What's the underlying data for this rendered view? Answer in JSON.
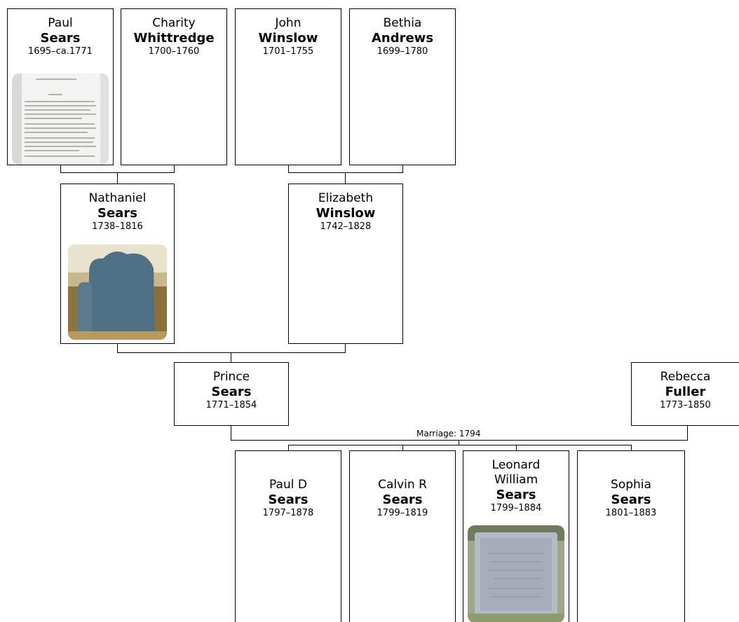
{
  "people": {
    "paul": {
      "first": "Paul",
      "last": "Sears",
      "dates": "1695–ca.1771",
      "photo": "document-scan"
    },
    "charity": {
      "first": "Charity",
      "last": "Whittredge",
      "dates": "1700–1760"
    },
    "john": {
      "first": "John",
      "last": "Winslow",
      "dates": "1701–1755"
    },
    "bethia": {
      "first": "Bethia",
      "last": "Andrews",
      "dates": "1699–1780"
    },
    "nathaniel": {
      "first": "Nathaniel",
      "last": "Sears",
      "dates": "1738–1816",
      "photo": "gravestone"
    },
    "elizabeth": {
      "first": "Elizabeth",
      "last": "Winslow",
      "dates": "1742–1828"
    },
    "prince": {
      "first": "Prince",
      "last": "Sears",
      "dates": "1771–1854"
    },
    "rebecca": {
      "first": "Rebecca",
      "last": "Fuller",
      "dates": "1773–1850"
    },
    "pauld": {
      "first": "Paul D",
      "last": "Sears",
      "dates": "1797–1878"
    },
    "calvin": {
      "first": "Calvin R",
      "last": "Sears",
      "dates": "1799–1819"
    },
    "leonard": {
      "first": "Leonard William",
      "last": "Sears",
      "dates": "1799–1884",
      "photo": "gravestone"
    },
    "sophia": {
      "first": "Sophia",
      "last": "Sears",
      "dates": "1801–1883"
    }
  },
  "marriage_label": "Marriage: 1794"
}
